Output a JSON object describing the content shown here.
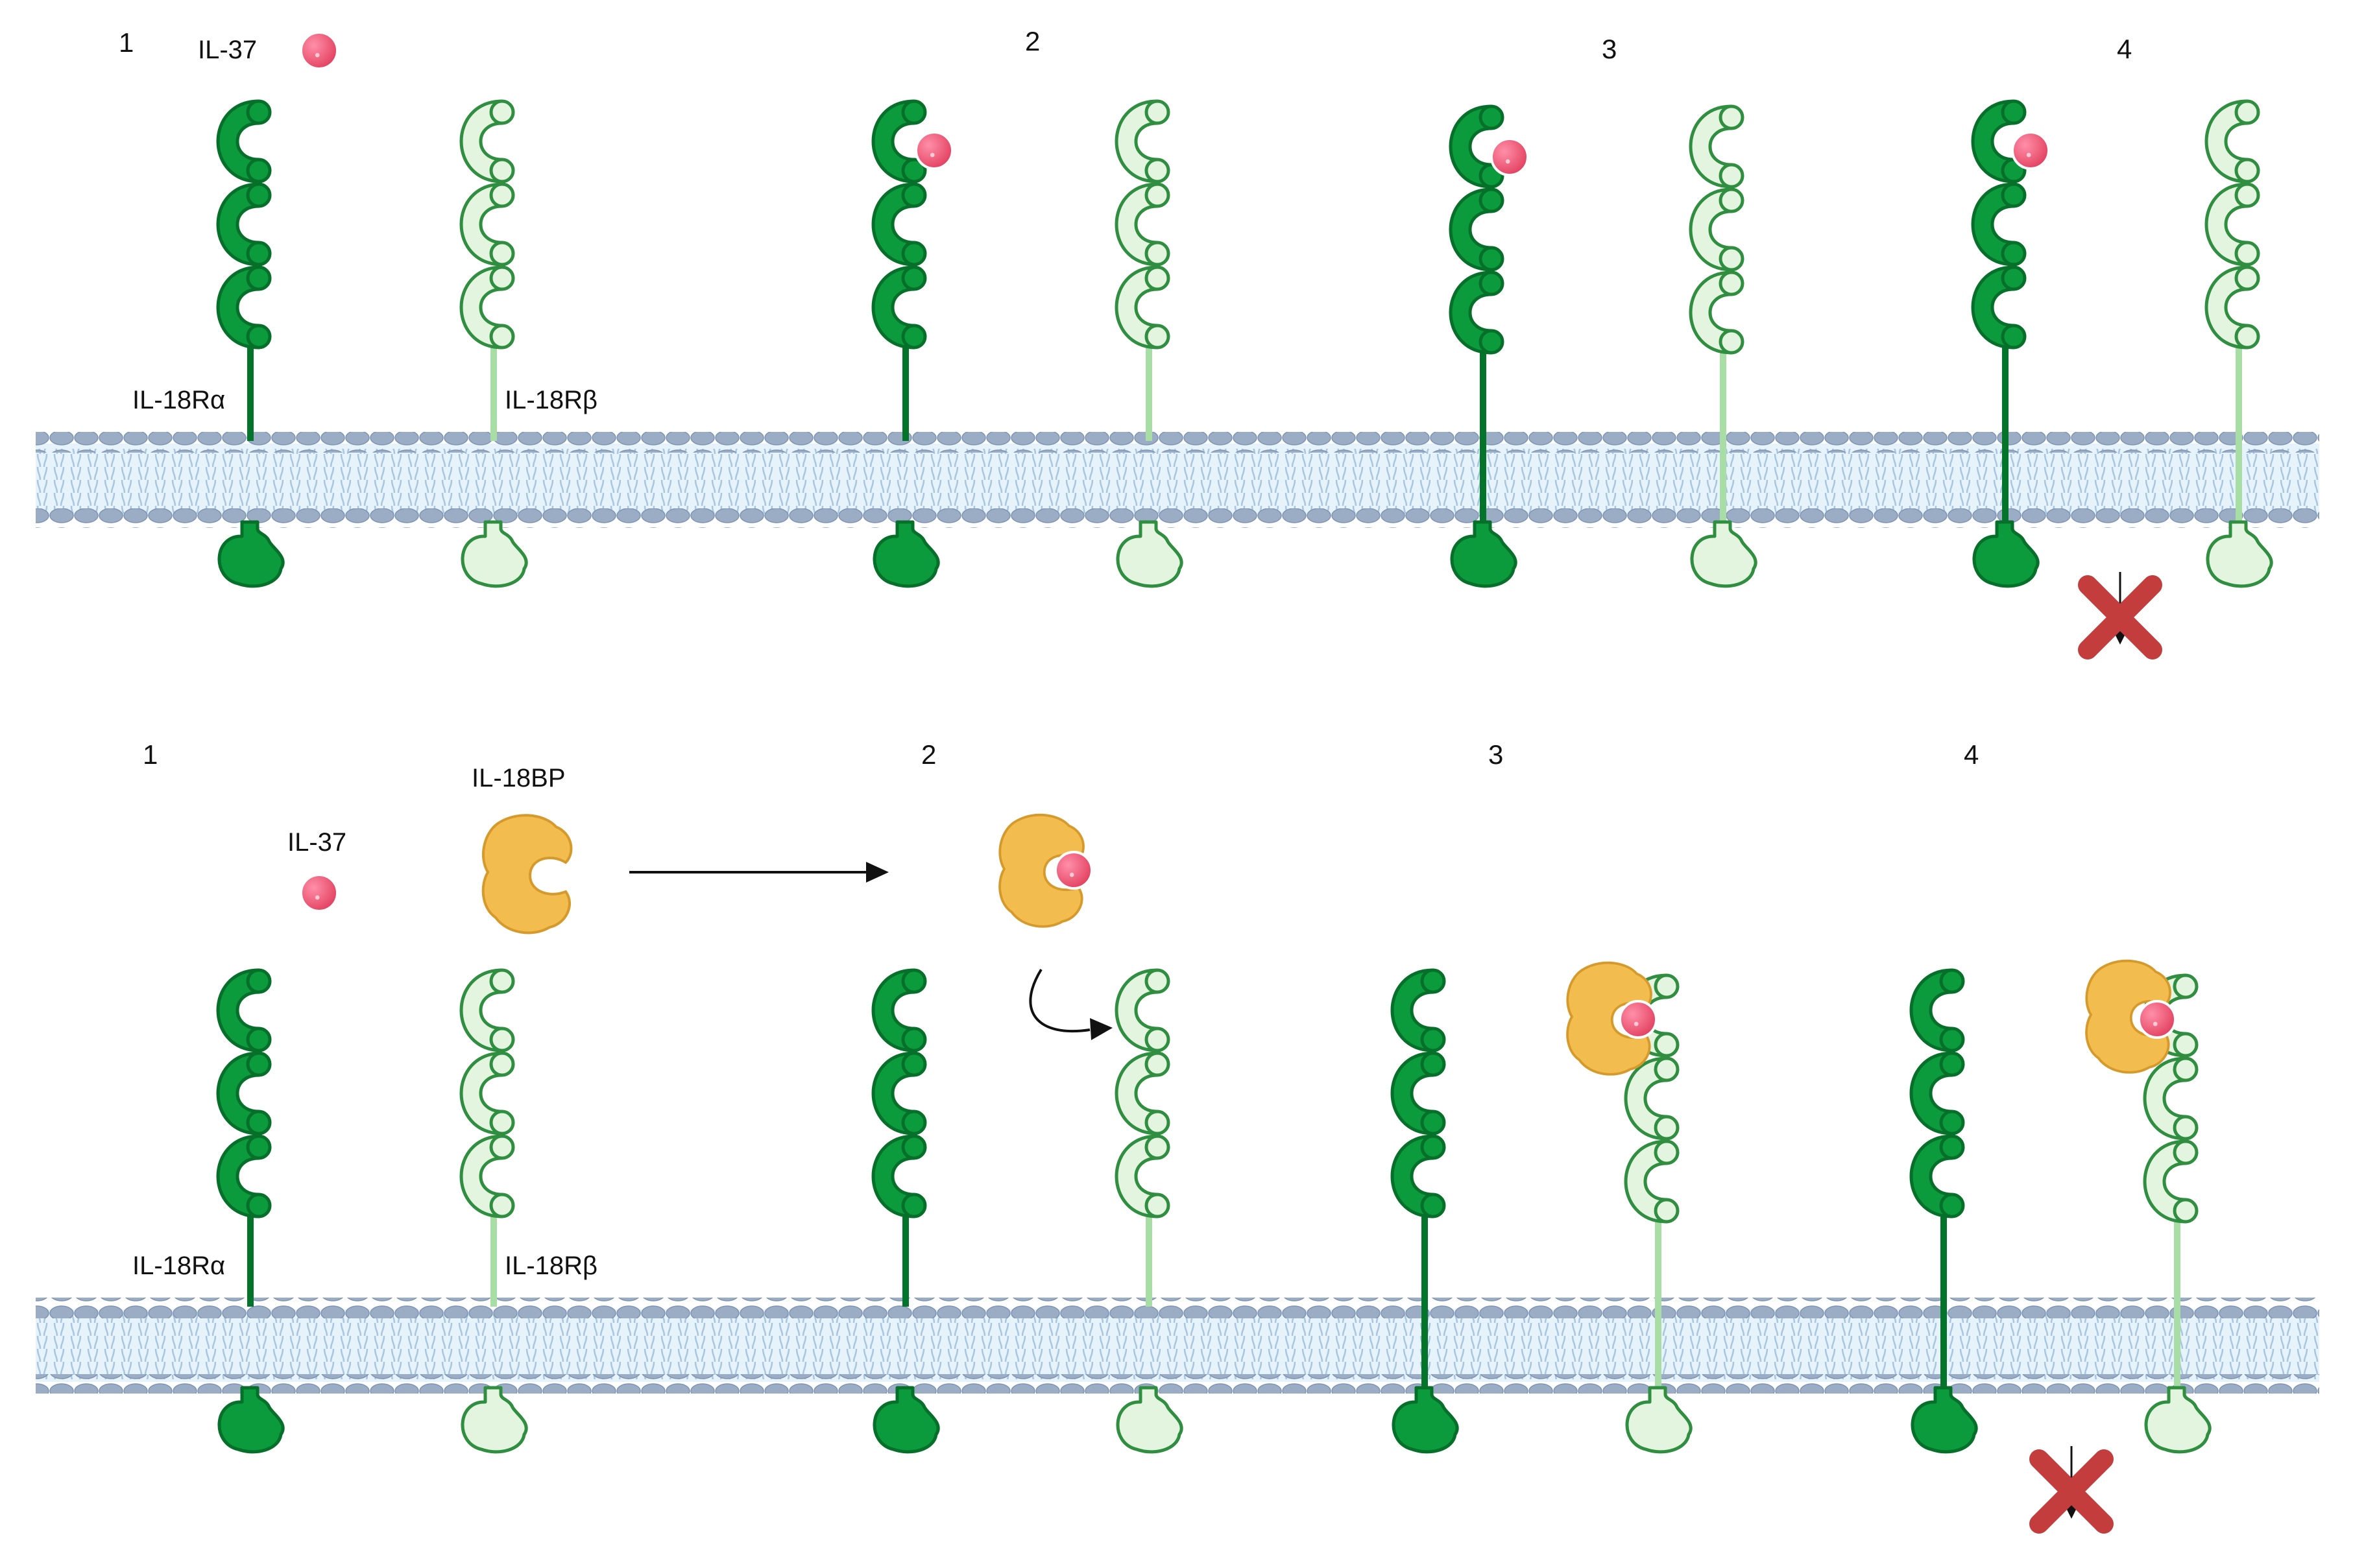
{
  "colors": {
    "receptor_alpha": "#0b9a3c",
    "receptor_alpha_stroke": "#06702a",
    "receptor_beta_fill": "#e3f4df",
    "receptor_beta_stroke": "#2f8e3f",
    "beta_stalk": "#a9dda6",
    "il37": "#e84a72",
    "il18bp": "#f2bd4e",
    "membrane_head": "#96a9c3",
    "membrane_fill": "#e7f3fb",
    "block": "#c43d3d",
    "arrow": "#111111"
  },
  "top_panel": {
    "steps": [
      "1",
      "2",
      "3",
      "4"
    ],
    "il37_label": "IL-37",
    "alpha_label": "IL-18Rα",
    "beta_label": "IL-18Rβ"
  },
  "bottom_panel": {
    "steps": [
      "1",
      "2",
      "3",
      "4"
    ],
    "il37_label": "IL-37",
    "il18bp_label": "IL-18BP",
    "alpha_label": "IL-18Rα",
    "beta_label": "IL-18Rβ"
  },
  "icons": {
    "ligand": "il37-sphere-icon",
    "binding_protein": "il18bp-protein-icon",
    "blocked": "signal-blocked-x-icon"
  }
}
